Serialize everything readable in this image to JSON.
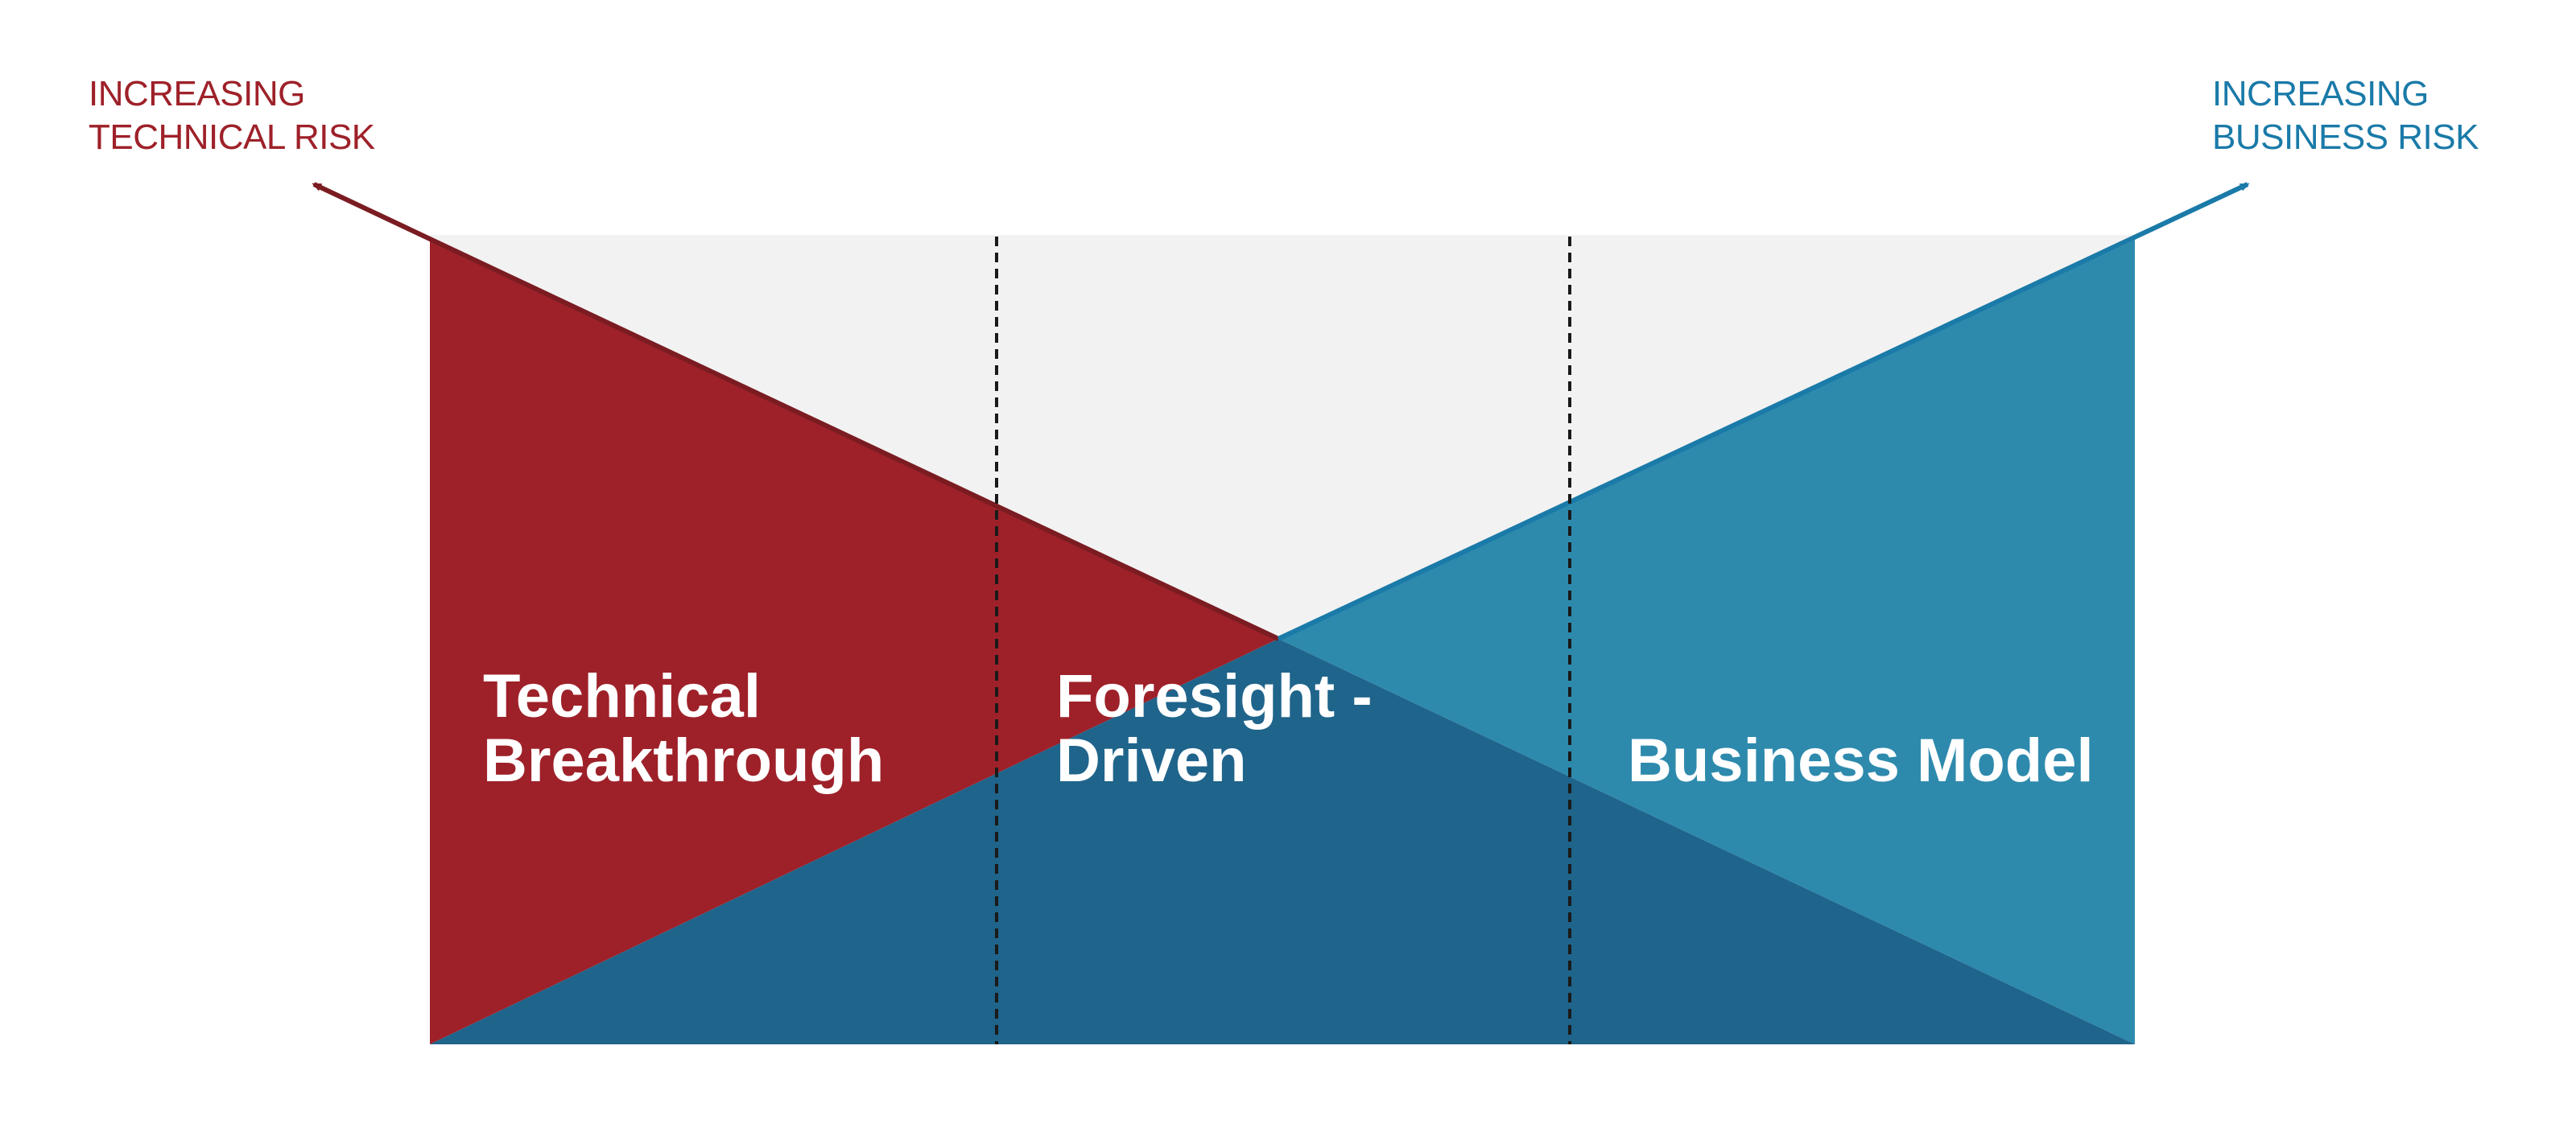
{
  "colors": {
    "technical_red": "#9e2129",
    "technical_arrow": "#7a1c22",
    "business_teal": "#2e8aad",
    "business_arrow": "#1a7aa8",
    "overlap_blue": "#1f648b",
    "background_band": "#f2f2f2",
    "divider": "#1a1a1a",
    "zone_text": "#ffffff"
  },
  "risk_labels": {
    "technical": {
      "line1": "INCREASING",
      "line2": "TECHNICAL RISK"
    },
    "business": {
      "line1": "INCREASING",
      "line2": "BUSINESS RISK"
    }
  },
  "zones": {
    "technical": {
      "line1": "Technical",
      "line2": "Breakthrough"
    },
    "foresight": {
      "line1": "Foresight -",
      "line2": "Driven"
    },
    "business": {
      "line1": "Business Model"
    }
  }
}
